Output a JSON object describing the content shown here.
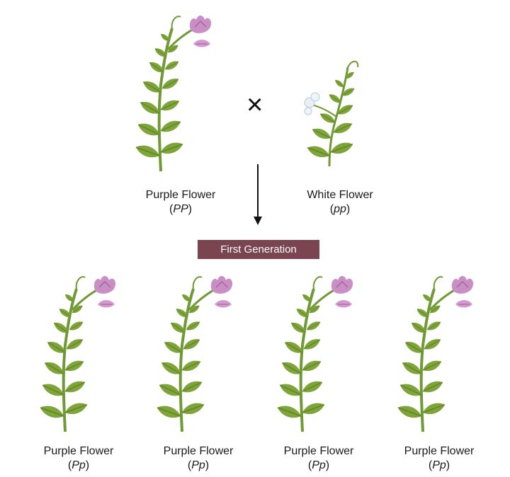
{
  "parents": {
    "left": {
      "name": "Purple Flower",
      "genotype": "PP",
      "flower_color": "#c98fc4"
    },
    "right": {
      "name": "White Flower",
      "genotype": "pp",
      "flower_color": "#e8f0f6"
    }
  },
  "cross_symbol": "×",
  "generation_label": "First Generation",
  "offspring": [
    {
      "name": "Purple Flower",
      "genotype": "Pp"
    },
    {
      "name": "Purple Flower",
      "genotype": "Pp"
    },
    {
      "name": "Purple Flower",
      "genotype": "Pp"
    },
    {
      "name": "Purple Flower",
      "genotype": "Pp"
    }
  ],
  "colors": {
    "leaf": "#7ea43a",
    "leaf_dark": "#5f8528",
    "stem": "#6f9a35",
    "badge": "#7a4450"
  }
}
